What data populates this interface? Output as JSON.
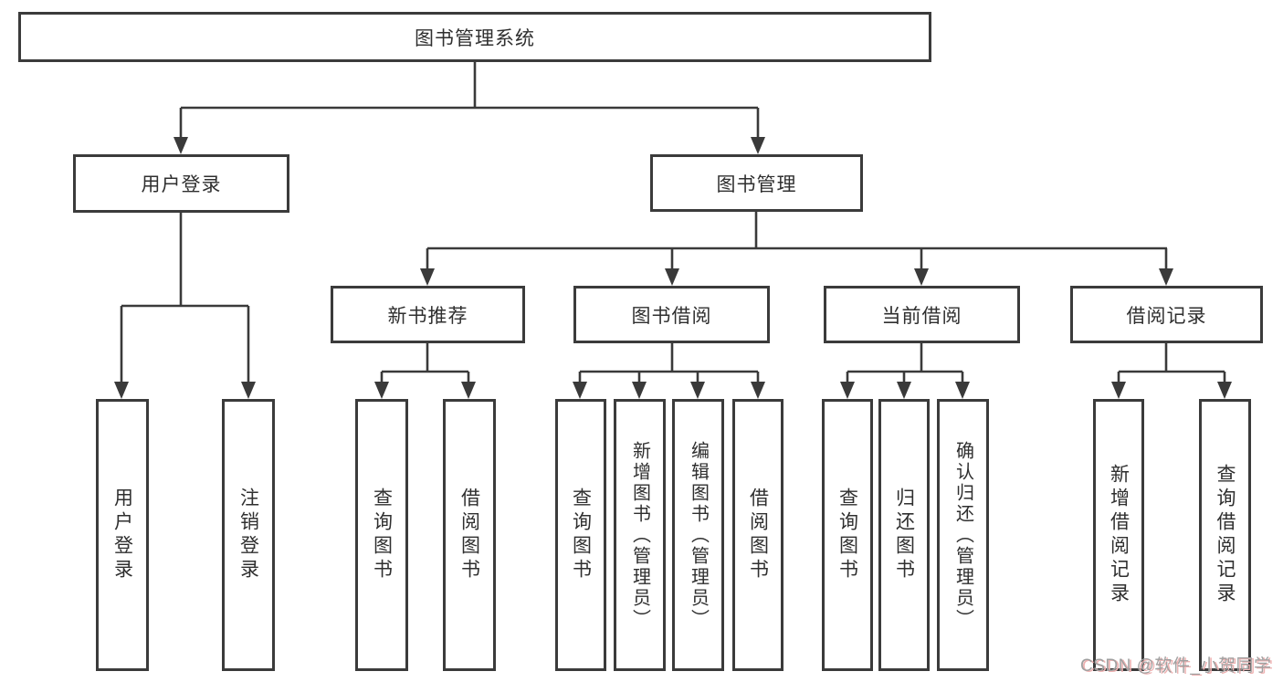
{
  "title": {
    "label": "图书管理系统"
  },
  "user_login": {
    "label": "用户登录",
    "children": [
      {
        "label": "用户登录"
      },
      {
        "label": "注销登录"
      }
    ]
  },
  "book_management": {
    "label": "图书管理",
    "sections": {
      "new_book": {
        "label": "新书推荐",
        "children": [
          {
            "label": "查询图书"
          },
          {
            "label": "借阅图书"
          }
        ]
      },
      "borrow": {
        "label": "图书借阅",
        "children": [
          {
            "label": "查询图书"
          },
          {
            "label": "新增图书（管理员）"
          },
          {
            "label": "编辑图书（管理员）"
          },
          {
            "label": "借阅图书"
          }
        ]
      },
      "current": {
        "label": "当前借阅",
        "children": [
          {
            "label": "查询图书"
          },
          {
            "label": "归还图书"
          },
          {
            "label": "确认归还（管理员）"
          }
        ]
      },
      "records": {
        "label": "借阅记录",
        "children": [
          {
            "label": "新增借阅记录"
          },
          {
            "label": "查询借阅记录"
          }
        ]
      }
    }
  },
  "watermark": {
    "text": "CSDN @软件_小贺同学"
  },
  "colors": {
    "line": "#3a3a3a",
    "border": "#3b3b3b",
    "text": "#2f2f2f",
    "watermark_gray": "#a0a0a0",
    "watermark_shadow": "#eeb2b2",
    "background": "#ffffff"
  }
}
